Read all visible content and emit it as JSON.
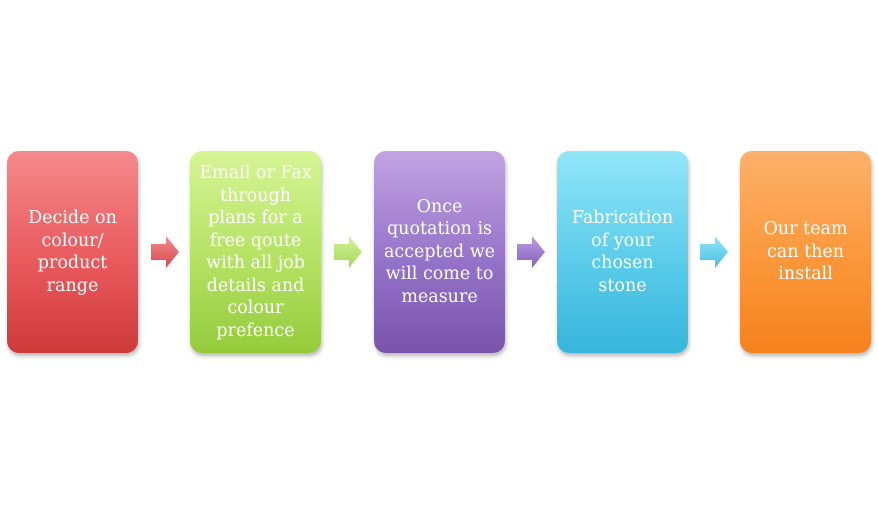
{
  "steps": [
    {
      "text": "Decide on\ncolour/\nproduct\nrange"
    },
    {
      "text": "Email or Fax\nthrough\nplans for a\nfree qoute\nwith all job\ndetails and\ncolour\nprefence"
    },
    {
      "text": "Once\nquotation is\naccepted we\nwill come to\nmeasure"
    },
    {
      "text": "Fabrication\nof your\nchosen\nstone"
    },
    {
      "text": "Our team\ncan then\ninstall"
    }
  ],
  "colors": {
    "step1": "#e55a5c",
    "step2": "#b2df62",
    "step3": "#9572c9",
    "step4": "#58cbe9",
    "step5": "#fb9739",
    "arrow1": "#e05c5e",
    "arrow2": "#b9e57a",
    "arrow3": "#9d7ad2",
    "arrow4": "#5ccdea"
  }
}
